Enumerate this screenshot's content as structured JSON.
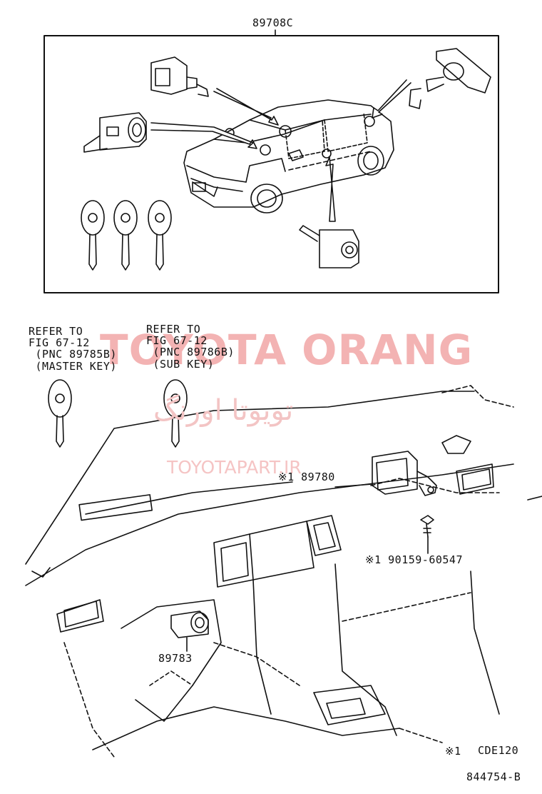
{
  "labels": {
    "assembly": "89708C",
    "refer_left": [
      "REFER TO",
      "FIG 67-12",
      " (PNC 89785B)",
      " (MASTER KEY)"
    ],
    "refer_right": [
      "REFER TO",
      "FIG 67-12",
      " (PNC 89786B)",
      " (SUB KEY)"
    ],
    "part_89780": "※1 89780",
    "part_bolt": "※1 90159-60547",
    "part_89783": "89783",
    "note_mark": "※1",
    "model": "CDE120",
    "figure_code": "844754-B"
  },
  "watermark": {
    "brand": "TOYOTA ORANG",
    "persian": "تویوتا اورنگ",
    "url": "TOYOTAPART.IR",
    "color": "#f3b3b3"
  }
}
